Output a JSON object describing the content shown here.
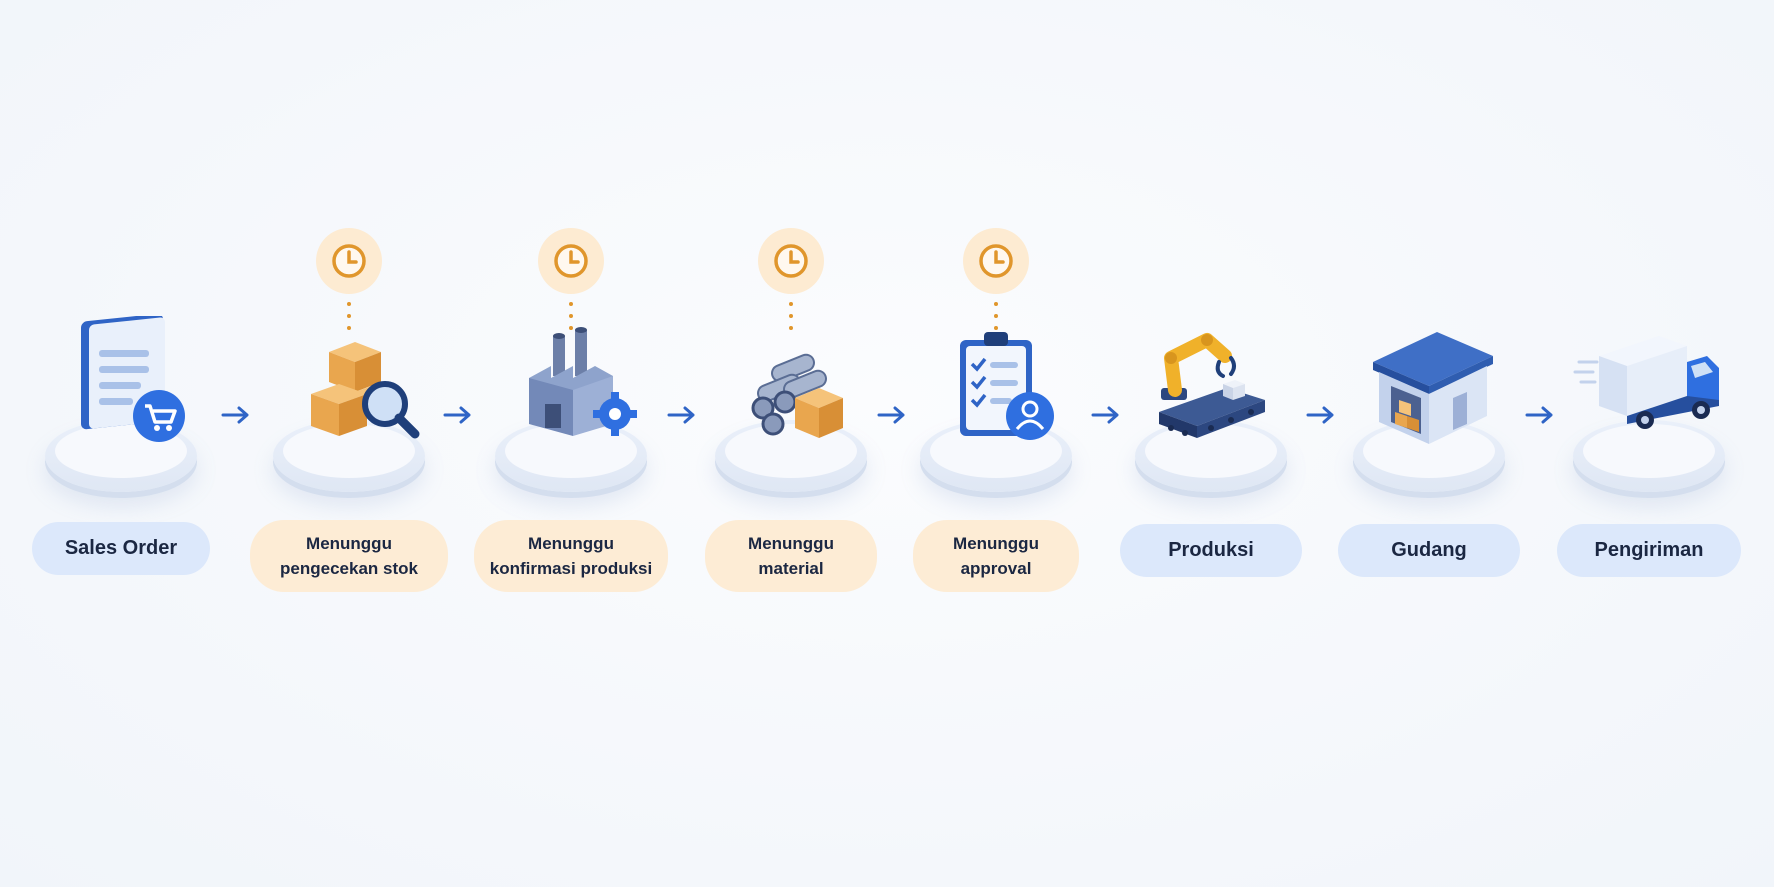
{
  "steps": [
    {
      "label": "Sales Order",
      "waiting": false,
      "icon": "sales-order-document-cart-icon"
    },
    {
      "label_line1": "Menunggu",
      "label_line2": "pengecekan stok",
      "waiting": true,
      "icon": "boxes-magnifier-icon"
    },
    {
      "label_line1": "Menunggu",
      "label_line2": "konfirmasi produksi",
      "waiting": true,
      "icon": "factory-gear-icon"
    },
    {
      "label_line1": "Menunggu",
      "label_line2": "material",
      "waiting": true,
      "icon": "pipes-boxes-icon"
    },
    {
      "label_line1": "Menunggu",
      "label_line2": "approval",
      "waiting": true,
      "icon": "clipboard-user-icon"
    },
    {
      "label": "Produksi",
      "waiting": false,
      "icon": "robot-arm-conveyor-icon"
    },
    {
      "label": "Gudang",
      "waiting": false,
      "icon": "warehouse-icon"
    },
    {
      "label": "Pengiriman",
      "waiting": false,
      "icon": "delivery-truck-icon"
    }
  ],
  "colors": {
    "blue": "#2f64c6",
    "blue_pill": "#dce8fb",
    "orange": "#e0962c",
    "orange_pill": "#fdecd5",
    "text": "#1b2742"
  }
}
